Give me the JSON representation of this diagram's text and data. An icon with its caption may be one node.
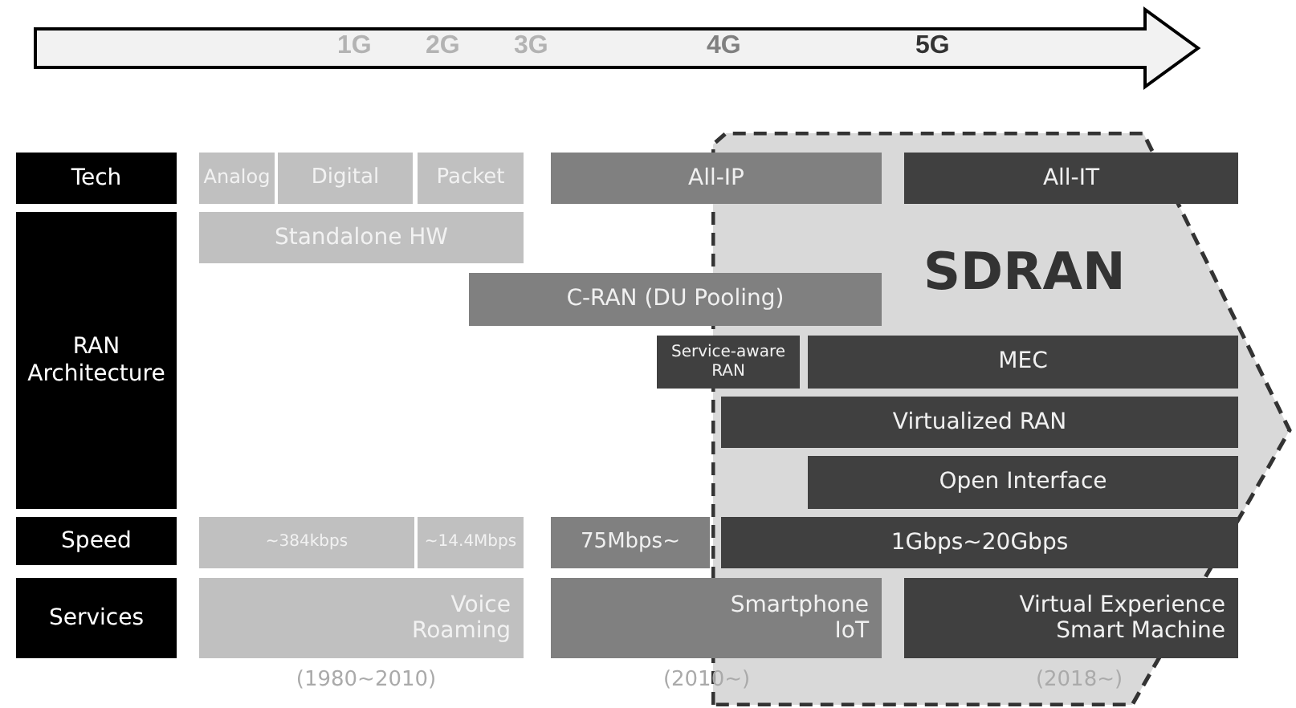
{
  "diagram": {
    "nodes": [
      {
        "text": [
          "1G",
          "2G",
          "3G",
          "4G",
          "5G"
        ]
      },
      {
        "text": [
          "SDRAN"
        ]
      },
      {
        "text": [
          "Tech"
        ]
      },
      {
        "text": [
          "Analog"
        ]
      },
      {
        "text": [
          "Digital"
        ]
      },
      {
        "text": [
          "Packet"
        ]
      },
      {
        "text": [
          "All-IP"
        ]
      },
      {
        "text": [
          "All-IT"
        ],
        "in": 1
      },
      {
        "text": [
          "RAN Architecture"
        ]
      },
      {
        "text": [
          "Standalone HW"
        ]
      },
      {
        "text": [
          "C-RAN (DU Pooling)"
        ]
      },
      {
        "text": [
          "Service-aware RAN"
        ]
      },
      {
        "text": [
          "MEC"
        ],
        "in": 1
      },
      {
        "text": [
          "Virtualized RAN"
        ],
        "in": 1
      },
      {
        "text": [
          "Open Interface"
        ],
        "in": 1
      },
      {
        "text": [
          "Speed"
        ]
      },
      {
        "text": [
          "~384kbps"
        ]
      },
      {
        "text": [
          "~14.4Mbps"
        ]
      },
      {
        "text": [
          "75Mbps~"
        ]
      },
      {
        "text": [
          "1Gbps~20Gbps"
        ],
        "in": 1
      },
      {
        "text": [
          "Services"
        ]
      },
      {
        "text": [
          "Voice",
          "Roaming"
        ]
      },
      {
        "text": [
          "Smartphone",
          "IoT"
        ]
      },
      {
        "text": [
          "Virtual Experience",
          "Smart Machine"
        ],
        "in": 1
      }
    ],
    "labels": [
      "(1980~2010)",
      "(2010~)",
      "(2018~)"
    ]
  }
}
